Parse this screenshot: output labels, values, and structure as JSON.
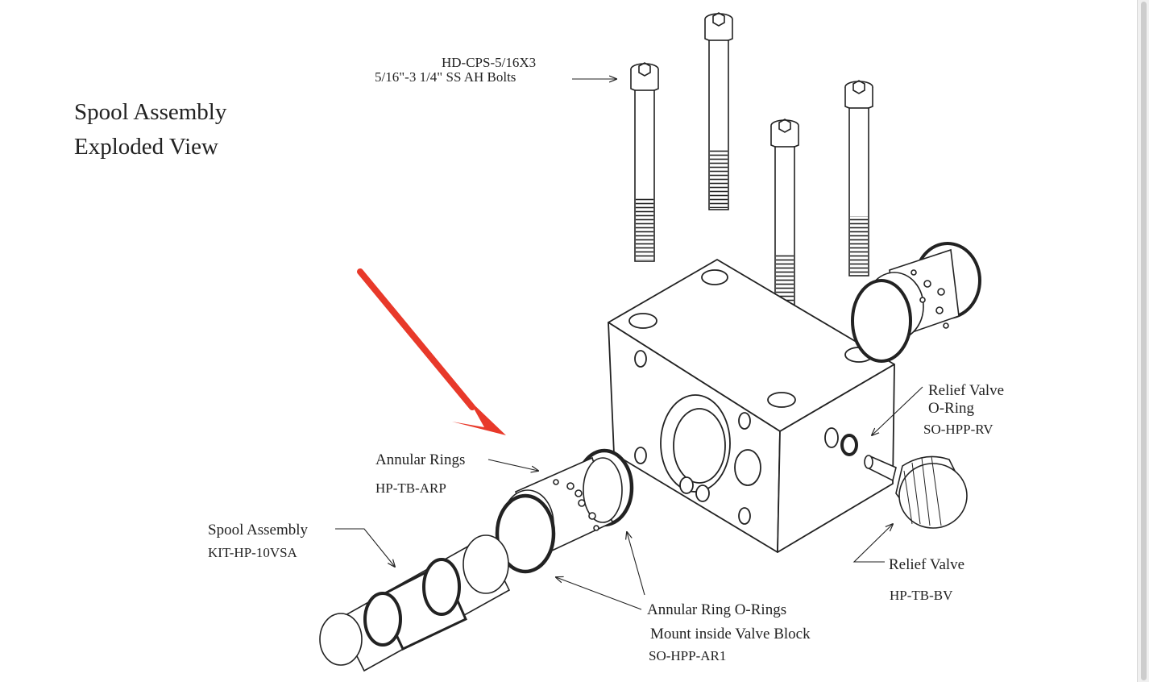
{
  "title": {
    "line1": "Spool Assembly",
    "line2": "Exploded View"
  },
  "labels": {
    "bolts": {
      "part": "HD-CPS-5/16X3",
      "desc": "5/16\"-3 1/4\" SS AH Bolts"
    },
    "relief_oring": {
      "line1": "Relief Valve",
      "line2": "O-Ring",
      "part": "SO-HPP-RV"
    },
    "annular_rings": {
      "name": "Annular Rings",
      "part": "HP-TB-ARP"
    },
    "spool_assembly": {
      "name": "Spool Assembly",
      "part": "KIT-HP-10VSA"
    },
    "relief_valve": {
      "name": "Relief Valve",
      "part": "HP-TB-BV"
    },
    "annular_orings": {
      "name": "Annular Ring O-Rings",
      "note": "Mount inside Valve Block",
      "part": "SO-HPP-AR1"
    }
  },
  "colors": {
    "callout_arrow": "#e8392a",
    "line": "#1a1a1a"
  }
}
